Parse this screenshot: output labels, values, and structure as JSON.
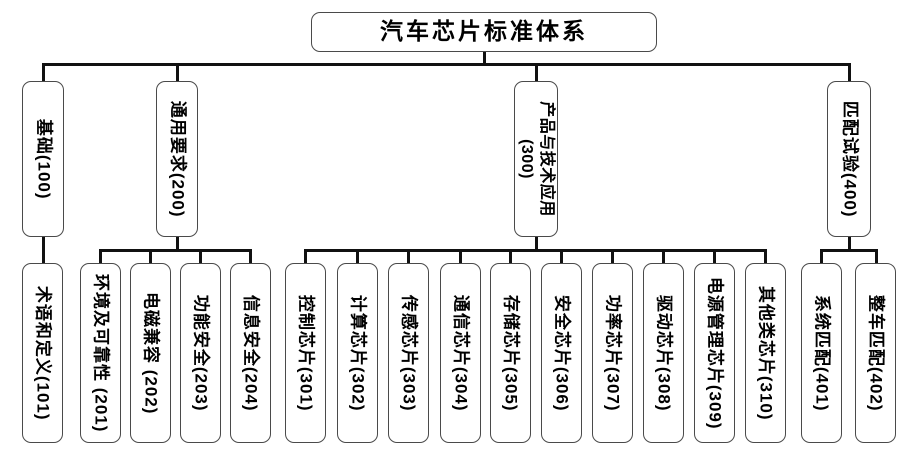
{
  "diagram": {
    "title": "汽车芯片标准体系",
    "root": {
      "label": "汽车芯片标准体系"
    },
    "level2": [
      {
        "id": "100",
        "label": "基础(100)"
      },
      {
        "id": "200",
        "label": "通用要求(200)"
      },
      {
        "id": "300",
        "label": "产品与技术应用\n(300)"
      },
      {
        "id": "400",
        "label": "匹配试验(400)"
      }
    ],
    "level3": [
      {
        "id": "101",
        "label": "术语和定义(101)",
        "parent": "100"
      },
      {
        "id": "201",
        "label": "环境及可靠性 (201)",
        "parent": "200"
      },
      {
        "id": "202",
        "label": "电磁兼容 (202)",
        "parent": "200"
      },
      {
        "id": "203",
        "label": "功能安全(203)",
        "parent": "200"
      },
      {
        "id": "204",
        "label": "信息安全(204)",
        "parent": "200"
      },
      {
        "id": "301",
        "label": "控制芯片(301)",
        "parent": "300"
      },
      {
        "id": "302",
        "label": "计算芯片(302)",
        "parent": "300"
      },
      {
        "id": "303",
        "label": "传感芯片(303)",
        "parent": "300"
      },
      {
        "id": "304",
        "label": "通信芯片(304)",
        "parent": "300"
      },
      {
        "id": "305",
        "label": "存储芯片(305)",
        "parent": "300"
      },
      {
        "id": "306",
        "label": "安全芯片(306)",
        "parent": "300"
      },
      {
        "id": "307",
        "label": "功率芯片(307)",
        "parent": "300"
      },
      {
        "id": "308",
        "label": "驱动芯片(308)",
        "parent": "300"
      },
      {
        "id": "309",
        "label": "电源管理芯片(309)",
        "parent": "300"
      },
      {
        "id": "310",
        "label": "其他类芯片(310)",
        "parent": "300"
      },
      {
        "id": "401",
        "label": "系统匹配(401)",
        "parent": "400"
      },
      {
        "id": "402",
        "label": "整车匹配(402)",
        "parent": "400"
      }
    ],
    "colors": {
      "line": "#111111",
      "box_border": "#4a4a4a",
      "text": "#000000",
      "background": "#ffffff"
    }
  }
}
